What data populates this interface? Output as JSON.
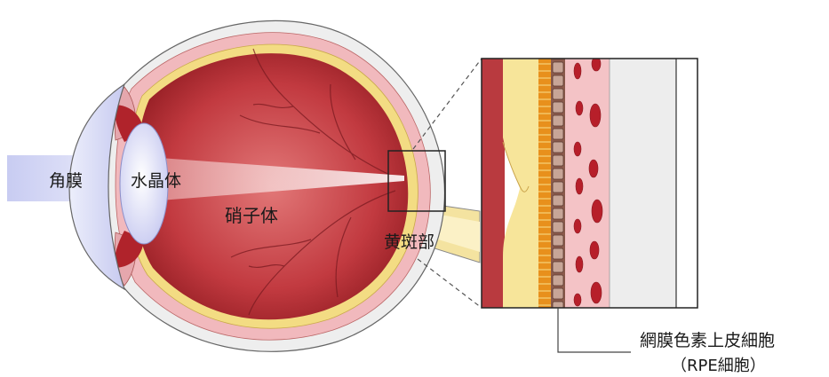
{
  "labels": {
    "cornea": "角膜",
    "lens": "水晶体",
    "vitreous": "硝子体",
    "macula": "黄斑部",
    "rpe_line1": "網膜色素上皮細胞",
    "rpe_line2": "（RPE細胞）"
  },
  "colors": {
    "light_beam": "#c9cdf0",
    "lens": "#e3e4fa",
    "vitreous_dark": "#a8262e",
    "vitreous_light": "#d86a6a",
    "choroid_layer": "#f4c7c9",
    "sclera": "#ececec",
    "retina_band": "#f7e59a",
    "rpe_orange": "#e8901c",
    "rpe_cell": "#9a6b5c"
  }
}
